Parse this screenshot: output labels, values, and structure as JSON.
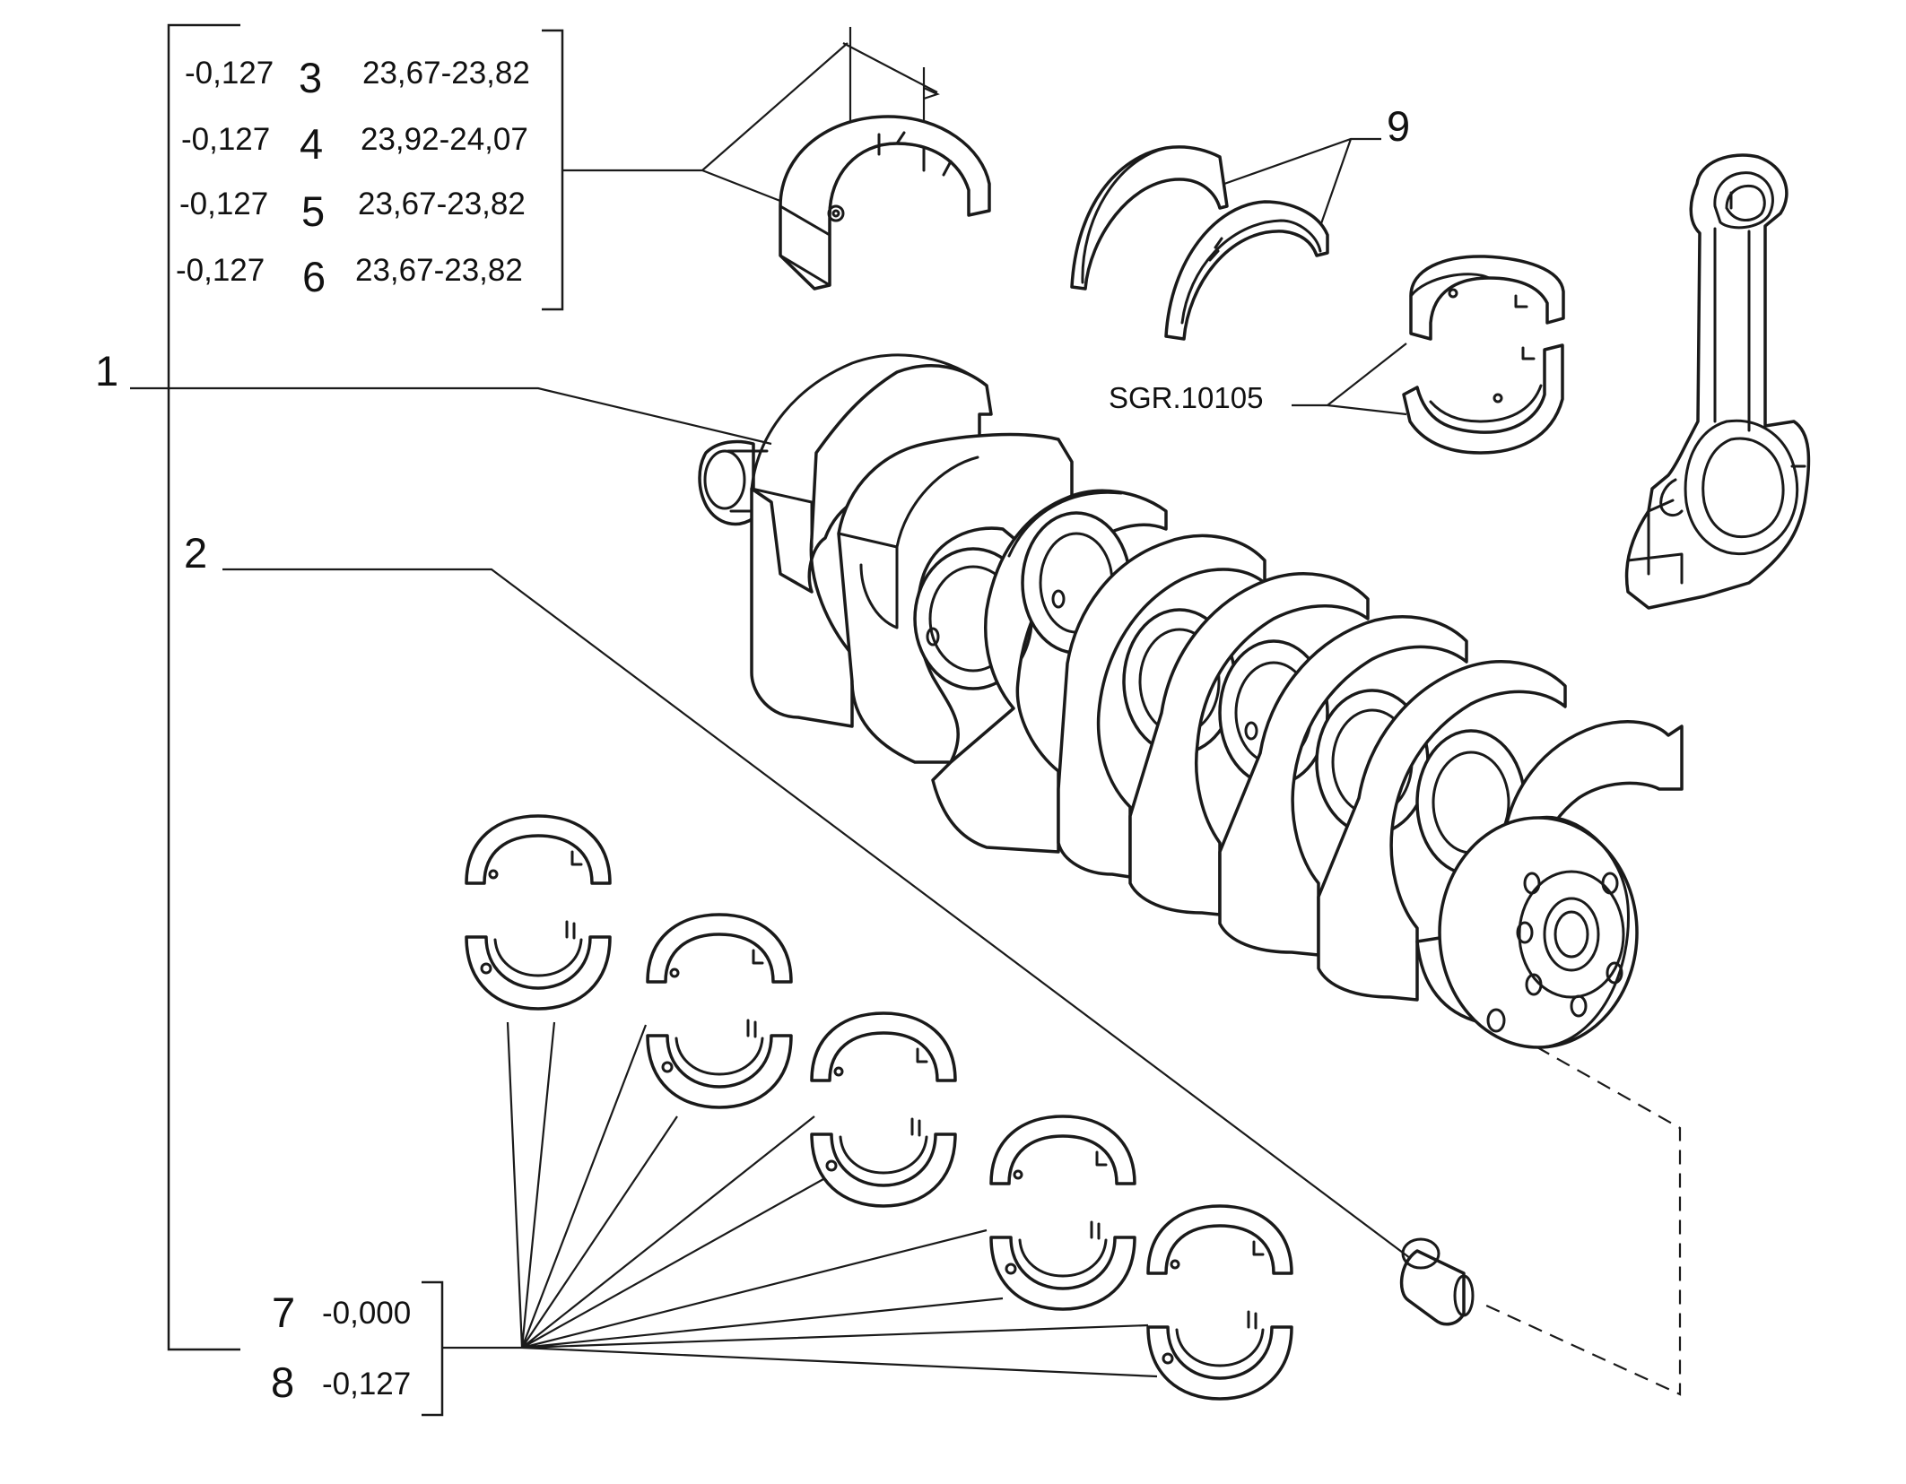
{
  "diagram": {
    "callouts": {
      "item_1": "1",
      "item_2": "2",
      "item_9": "9",
      "ref_code": "SGR.10105"
    },
    "thrust_table": [
      {
        "deviation": "-0,127",
        "item": "3",
        "width": "23,67-23,82"
      },
      {
        "deviation": "-0,127",
        "item": "4",
        "width": "23,92-24,07"
      },
      {
        "deviation": "-0,127",
        "item": "5",
        "width": "23,67-23,82"
      },
      {
        "deviation": "-0,127",
        "item": "6",
        "width": "23,67-23,82"
      }
    ],
    "bearing_table": [
      {
        "item": "7",
        "deviation": "-0,000"
      },
      {
        "item": "8",
        "deviation": "-0,127"
      }
    ],
    "parts": [
      {
        "id": "crankshaft",
        "icon": "crankshaft-icon"
      },
      {
        "id": "flywheel-dowel-pin",
        "icon": "dowel-pin-icon"
      },
      {
        "id": "thrust-main-bearing",
        "icon": "flanged-bearing-shell-icon"
      },
      {
        "id": "thrust-half-washers",
        "icon": "thrust-washer-icon"
      },
      {
        "id": "big-end-bearing-shells",
        "icon": "bearing-shell-icon"
      },
      {
        "id": "connecting-rod",
        "icon": "connecting-rod-icon"
      },
      {
        "id": "main-bearing-shells",
        "icon": "bearing-shell-icon"
      }
    ],
    "line_color": "#1a1a1a",
    "background": "#ffffff"
  }
}
